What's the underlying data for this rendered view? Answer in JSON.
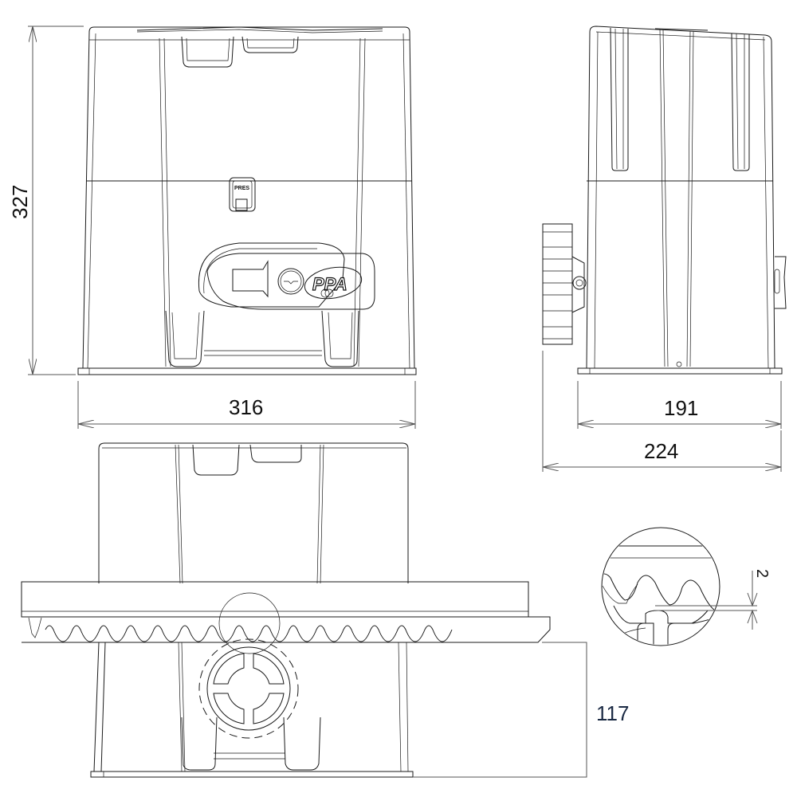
{
  "drawing": {
    "subject": "Sliding gate motor with gear rack – dimension drawing",
    "views": [
      {
        "name": "front-view",
        "dimensions": {
          "height": "327",
          "width": "316"
        }
      },
      {
        "name": "side-view",
        "dimensions": {
          "base_width": "191",
          "overall_width": "224"
        }
      },
      {
        "name": "rack-view",
        "dimensions": {
          "rack_height": "117"
        }
      },
      {
        "name": "detail-view",
        "dimensions": {
          "tooth_clearance": "2"
        }
      }
    ],
    "labels": {
      "brand_logo": "PPA",
      "release_label": "PRES"
    }
  },
  "colors": {
    "line": "#1a1a1a",
    "dimension_text": "#111111",
    "dimension_text_accent": "#1b2a44",
    "background": "#ffffff"
  }
}
